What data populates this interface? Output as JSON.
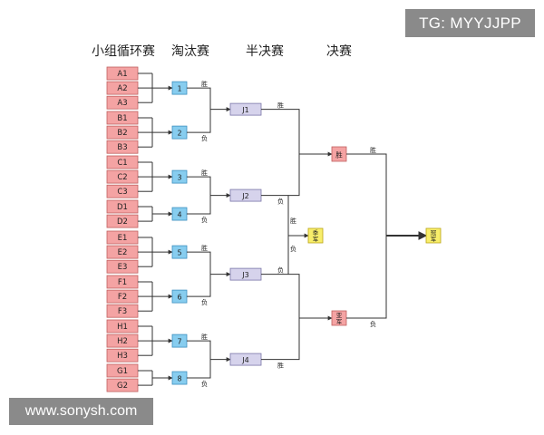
{
  "headers": {
    "group_stage": "小组循环赛",
    "knockout": "淘汰赛",
    "semifinal": "半决赛",
    "final": "决赛"
  },
  "watermarks": {
    "top_right": "TG: MYYJJPP",
    "bottom_left": "www.sonysh.com"
  },
  "groups": [
    {
      "id": "A",
      "teams": [
        "A1",
        "A2",
        "A3"
      ]
    },
    {
      "id": "B",
      "teams": [
        "B1",
        "B2",
        "B3"
      ]
    },
    {
      "id": "C",
      "teams": [
        "C1",
        "C2",
        "C3"
      ]
    },
    {
      "id": "D",
      "teams": [
        "D1",
        "D2"
      ]
    },
    {
      "id": "E",
      "teams": [
        "E1",
        "E2",
        "E3"
      ]
    },
    {
      "id": "F",
      "teams": [
        "F1",
        "F2",
        "F3"
      ]
    },
    {
      "id": "H",
      "teams": [
        "H1",
        "H2",
        "H3"
      ]
    },
    {
      "id": "G",
      "teams": [
        "G1",
        "G2"
      ]
    }
  ],
  "knockout_matches": [
    "1",
    "2",
    "3",
    "4",
    "5",
    "6",
    "7",
    "8"
  ],
  "semifinal_matches": [
    "J1",
    "J2",
    "J3",
    "J4"
  ],
  "result_labels": {
    "win": "胜",
    "lose": "负"
  },
  "final_boxes": {
    "winner_match": "胜",
    "third_place": "季\n军",
    "runner_up": "亚\n军",
    "champion": "冠\n军"
  },
  "colors": {
    "team_fill": "#f4a3a3",
    "team_stroke": "#c0605f",
    "knockout_fill": "#87cdef",
    "knockout_stroke": "#3d8fbf",
    "semi_fill": "#d6d3ec",
    "semi_stroke": "#7a76a8",
    "final_fill": "#f4a3a3",
    "gold_fill": "#f8ee6a",
    "gold_stroke": "#b9a417",
    "line": "#333333"
  }
}
